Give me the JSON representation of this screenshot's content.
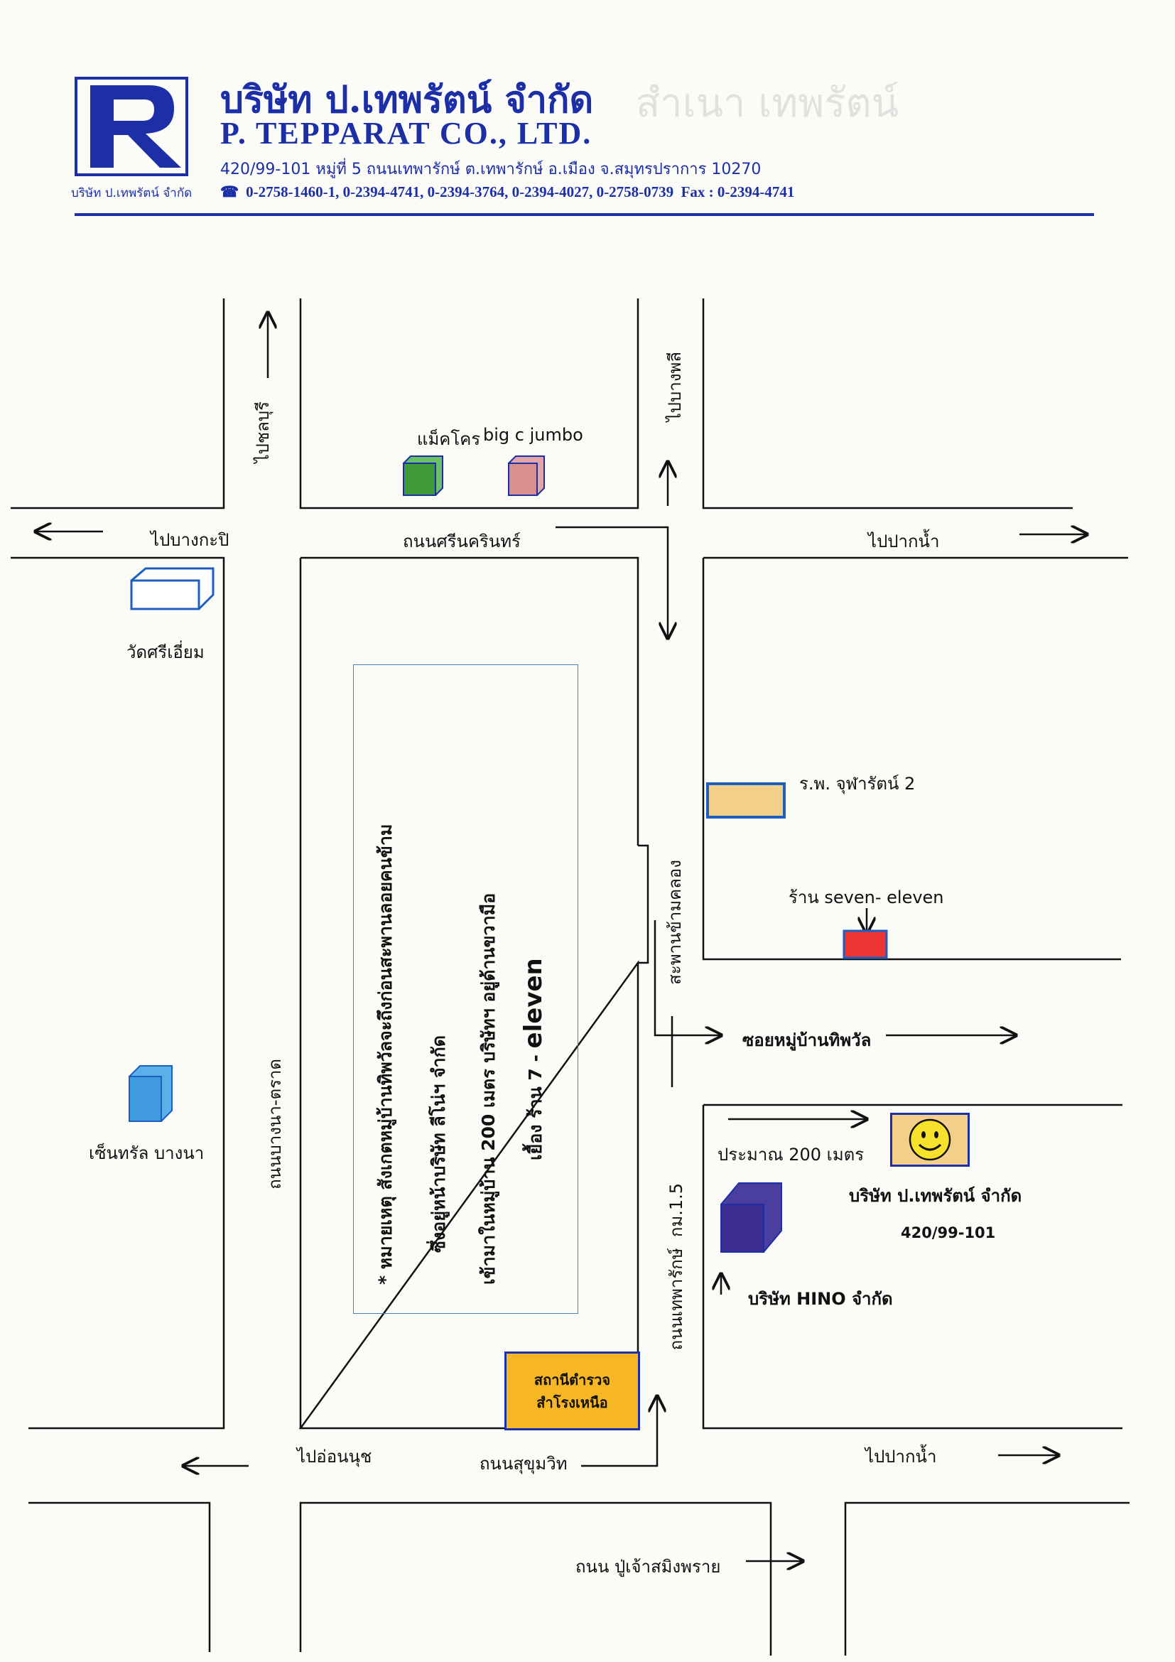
{
  "letterhead": {
    "company_th": "บริษัท ป.เทพรัตน์ จำกัด",
    "company_en": "P. TEPPARAT CO., LTD.",
    "address": "420/99-101 หมู่ที่ 5 ถนนเทพารักษ์ ต.เทพารักษ์ อ.เมือง จ.สมุทรปราการ 10270",
    "phones": "0-2758-1460-1, 0-2394-4741, 0-2394-3764, 0-2394-4027, 0-2758-0739",
    "fax": "Fax : 0-2394-4741",
    "logo_caption": "บริษัท ป.เทพรัตน์ จำกัด",
    "faded_stamp": "สำเนา เทพรัตน์",
    "brand_color": "#1d2fa6"
  },
  "map": {
    "roads": {
      "srinakarin": "ถนนศรีนครินทร์",
      "bangna_trad": "ถนนบางนา-ตราด",
      "sukhumvit": "ถนนสุขุมวิท",
      "theparak": "ถนนเทพารักษ์",
      "theparak_km": "กม.1.5",
      "pu_chao": "ถนน ปู่เจ้าสมิงพราย",
      "soi_thipawan": "ซอยหมู่บ้านทิพวัล",
      "canal_bridge": "สะพานข้ามคลอง"
    },
    "directions": {
      "to_chonburi": "ไปชลบุรี",
      "to_bang_phli": "ไปบางพลี",
      "to_bangkapi": "ไปบางกะปิ",
      "to_paknam_top": "ไปปากน้ำ",
      "to_onnut": "ไปอ่อนนุช",
      "to_paknam_bottom": "ไปปากน้ำ"
    },
    "landmarks": {
      "makro": "แม็คโคร",
      "big_c": "big c jumbo",
      "wat_sri_iam": "วัดศรีเอี่ยม",
      "central_bangna": "เซ็นทรัล  บางนา",
      "chularat_hospital": "ร.พ. จุฬารัตน์ 2",
      "seven_eleven": "ร้าน  seven- eleven",
      "police_1": "สถานีตำรวจ",
      "police_2": "สำโรงเหนือ",
      "hino": "บริษัท  HINO  จำกัด",
      "company": "บริษัท   ป.เทพรัตน์   จำกัด",
      "company_no": "420/99-101",
      "distance": "ประมาณ  200  เมตร",
      "makro_color": "#3f9a3a",
      "big_c_color": "#d98f8f",
      "seven_eleven_color": "#ee3333",
      "hospital_color": "#f4cf8a"
    },
    "note": {
      "line1": "* หมายเหตุ  สังเกตหมู่บ้านทิพวัลจะถึงก่อนสะพานลอยคนข้าม",
      "line2": "ซึ่งอยู่หน้าบริษัท  ลีโน่ฯ  จำกัด",
      "line3": "เข้ามาในหมู่บ้าน  200  เมตร   บริษัทฯ  อยู่ด้านขวามือ",
      "line4_prefix": "เยื้อง   ร้าน  7 - ",
      "line4_brand": "eleven"
    }
  }
}
